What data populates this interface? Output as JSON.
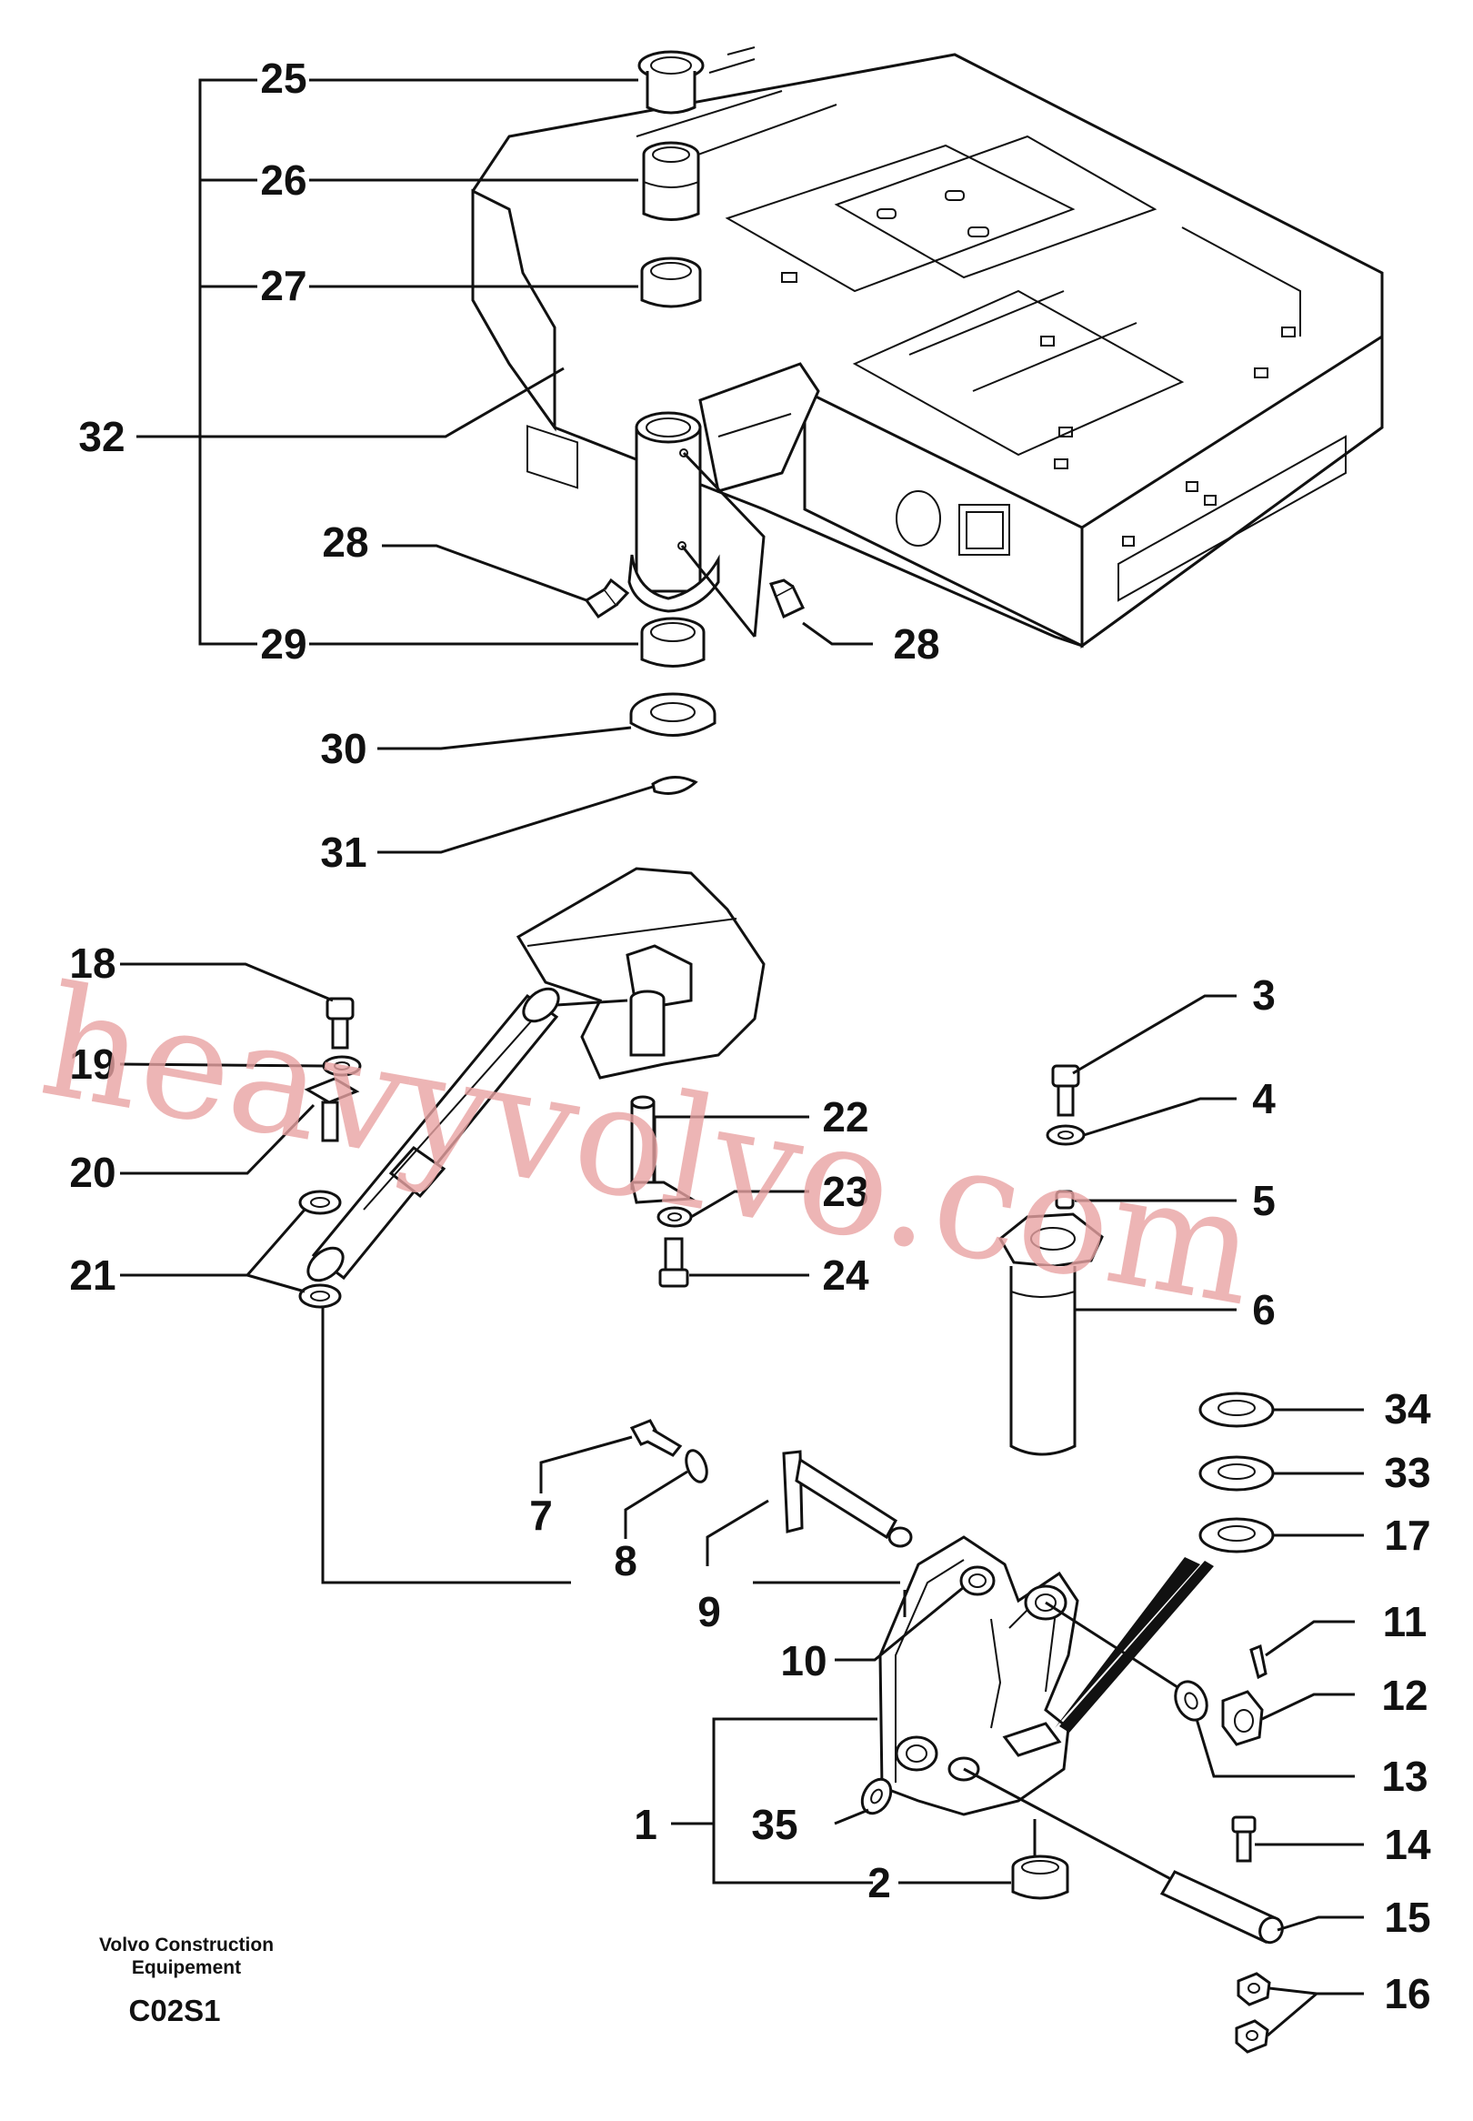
{
  "diagram": {
    "callouts": [
      "25",
      "26",
      "27",
      "32",
      "28",
      "28",
      "29",
      "30",
      "31",
      "18",
      "19",
      "20",
      "21",
      "22",
      "23",
      "24",
      "3",
      "4",
      "5",
      "6",
      "34",
      "33",
      "17",
      "7",
      "8",
      "9",
      "10",
      "11",
      "12",
      "13",
      "1",
      "35",
      "14",
      "2",
      "15",
      "16"
    ],
    "footer": {
      "brand_line1": "Volvo Construction",
      "brand_line2": "Equipement",
      "code": "C02S1"
    },
    "watermark": "heavyvolvo.com"
  }
}
